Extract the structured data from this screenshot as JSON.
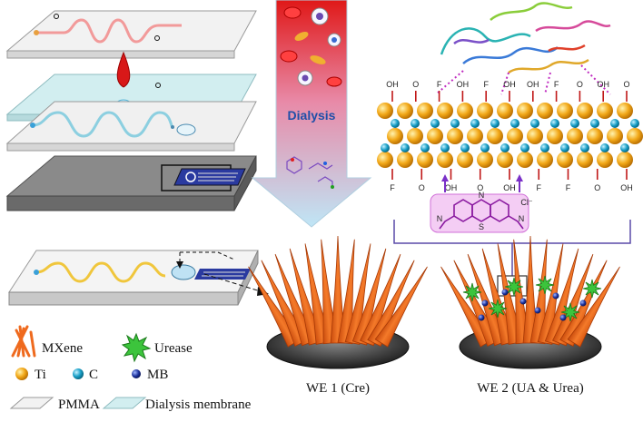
{
  "arrow": {
    "label": "Dialysis"
  },
  "electrodes": {
    "we1": "WE 1 (Cre)",
    "we2": "WE 2 (UA & Urea)"
  },
  "legend": {
    "mxene": "MXene",
    "urease": "Urease",
    "ti": "Ti",
    "c": "C",
    "mb": "MB",
    "pmma": "PMMA",
    "membrane": "Dialysis membrane"
  },
  "chemistry": {
    "top_groups": [
      "OH",
      "O",
      "F",
      "OH",
      "F",
      "OH",
      "OH",
      "F",
      "O",
      "OH",
      "O"
    ],
    "bottom_groups": [
      "F",
      "O",
      "OH",
      "O",
      "OH",
      "F",
      "F",
      "O",
      "OH"
    ],
    "mb_atoms": [
      "N",
      "S",
      "N",
      "N",
      "Cl⁻"
    ]
  },
  "colors": {
    "mxene": "#ef6a1e",
    "ti": "#f2a818",
    "c": "#1aa0c8",
    "mb_dye": "#c040c8",
    "urease": "#3cc43c",
    "arrow_top": "#e01818",
    "arrow_bottom": "#bfe6f6"
  }
}
